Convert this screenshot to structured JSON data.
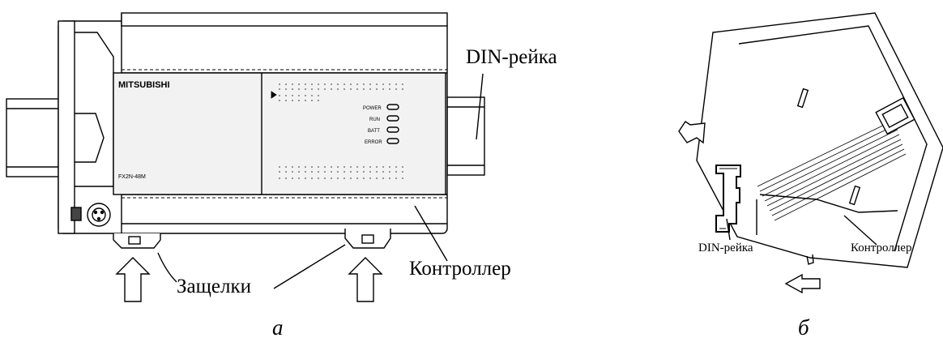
{
  "figure_a": {
    "rail_label": "DIN-рейка",
    "controller_label": "Контроллер",
    "latches_label": "Защелки",
    "brand": "MITSUBISHI",
    "model": "FX2N-48M",
    "led_labels": [
      "POWER",
      "RUN",
      "BATT",
      "ERROR"
    ],
    "caption": "а"
  },
  "figure_b": {
    "rail_label": "DIN-рейка",
    "controller_label": "Контроллер",
    "caption": "б"
  }
}
